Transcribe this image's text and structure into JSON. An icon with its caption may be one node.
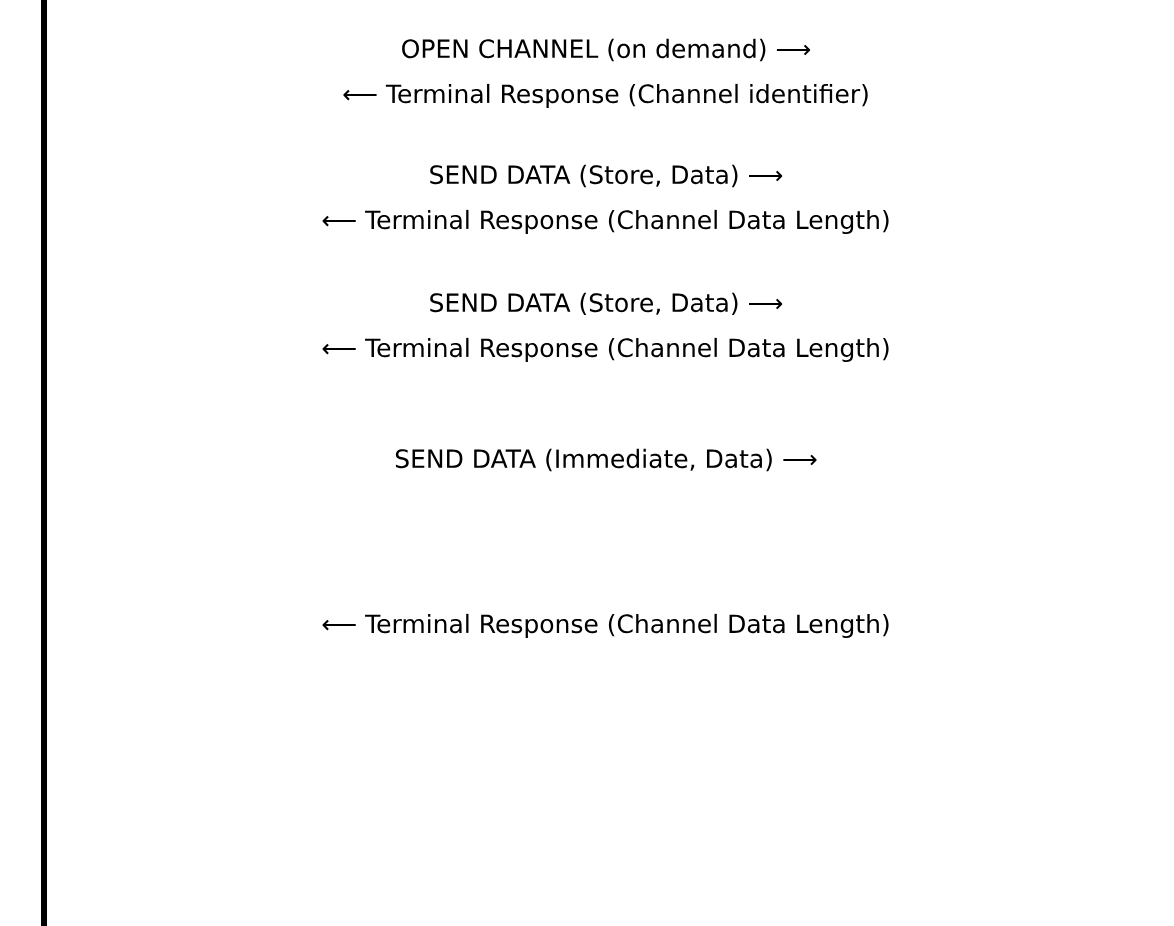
{
  "diagram": {
    "labels": [
      "OPEN CHANNEL (on demand) ⟶",
      "⟵ Terminal Response (Channel identifier)",
      "SEND DATA (Store, Data) ⟶",
      "⟵ Terminal Response (Channel Data Length)",
      "SEND DATA (Store, Data) ⟶",
      "⟵ Terminal Response (Channel Data Length)",
      "SEND DATA (Immediate, Data) ⟶",
      "⟵ Terminal Response (Channel Data Length)"
    ]
  }
}
